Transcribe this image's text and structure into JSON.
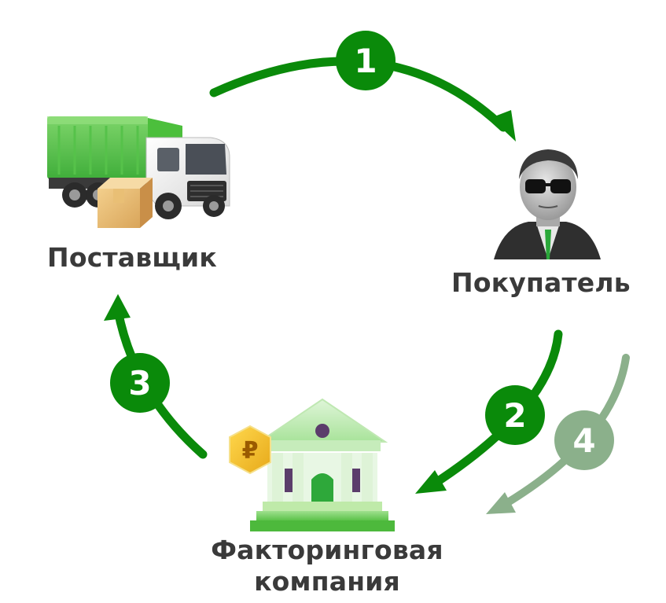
{
  "nodes": {
    "supplier": {
      "label": "Поставщик",
      "icon": "truck-icon"
    },
    "buyer": {
      "label": "Покупатель",
      "icon": "buyer-avatar-icon"
    },
    "factoring": {
      "label_line1": "Факторинговая",
      "label_line2": "компания",
      "icon": "bank-building-icon",
      "badge_icon": "ruble-coin-icon"
    }
  },
  "steps": [
    {
      "number": "1",
      "from": "supplier",
      "to": "buyer",
      "color": "#0a8a0a"
    },
    {
      "number": "2",
      "from": "buyer",
      "to": "factoring",
      "color": "#0a8a0a"
    },
    {
      "number": "3",
      "from": "factoring",
      "to": "supplier",
      "color": "#0a8a0a"
    },
    {
      "number": "4",
      "from": "buyer",
      "to": "factoring",
      "color": "#8bb08b"
    }
  ],
  "colors": {
    "primary_green": "#0a8a0a",
    "light_green": "#8bb08b",
    "label_text": "#3a3a3a",
    "coin_yellow": "#f2c230"
  }
}
